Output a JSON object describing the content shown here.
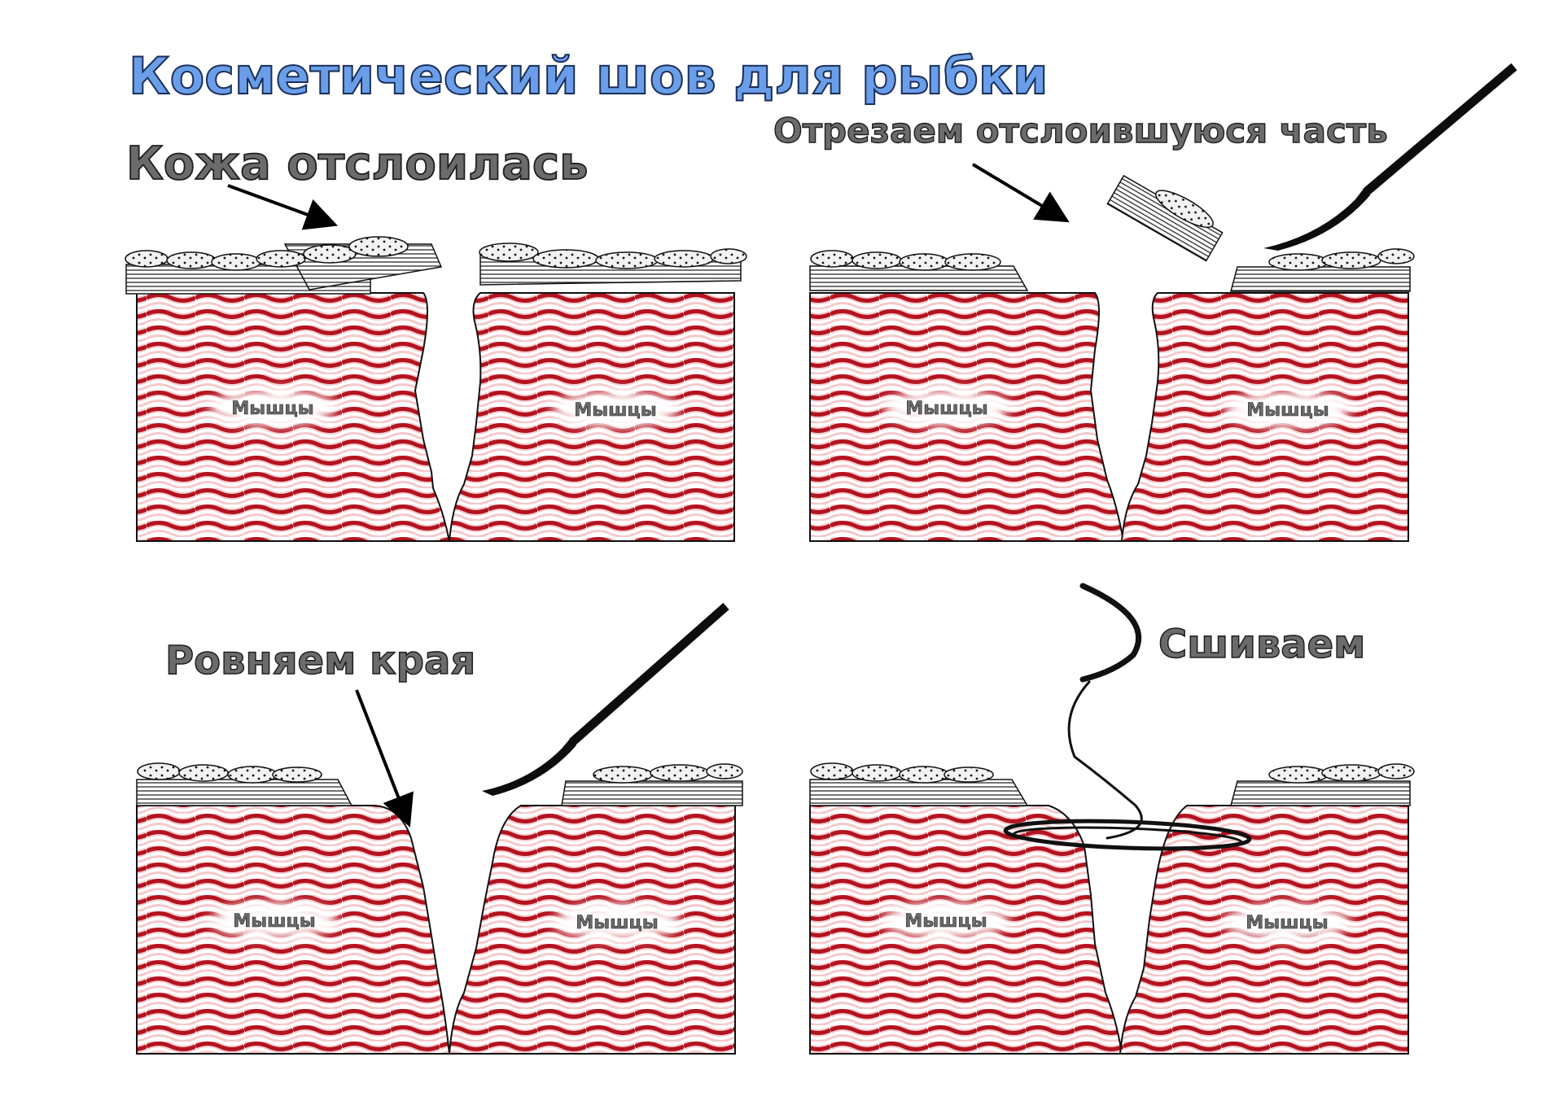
{
  "title": "Косметический шов для рыбки",
  "colors": {
    "title_fill": "#6a9ee8",
    "title_stroke": "#1a2e5a",
    "caption_fill": "#6b6b6b",
    "caption_stroke": "#1e1e1e",
    "muscle_red": "#b3131f",
    "muscle_light": "#f4c9cc",
    "outline": "#111111",
    "blade": "#0d0d0d"
  },
  "panels": [
    {
      "caption": "Кожа отслоилась",
      "muscle_left_label": "Мышцы",
      "muscle_right_label": "Мышцы"
    },
    {
      "caption": "Отрезаем отслоившуюся часть",
      "muscle_left_label": "Мышцы",
      "muscle_right_label": "Мышцы"
    },
    {
      "caption": "Ровняем края",
      "muscle_left_label": "Мышцы",
      "muscle_right_label": "Мышцы"
    },
    {
      "caption": "Сшиваем",
      "muscle_left_label": "Мышцы",
      "muscle_right_label": "Мышцы"
    }
  ],
  "icons": [
    "scalpel-icon",
    "arrow-icon",
    "suture-needle-icon"
  ]
}
